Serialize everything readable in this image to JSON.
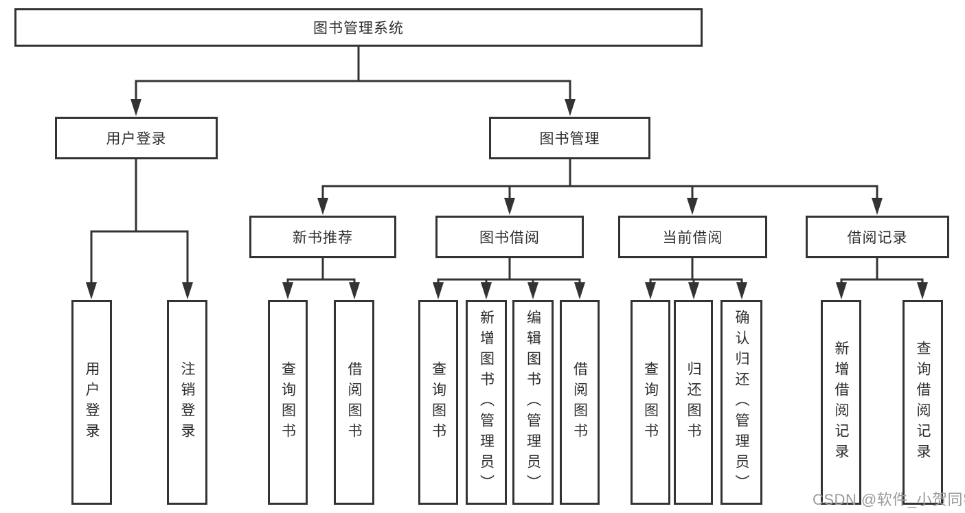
{
  "tree": {
    "root": {
      "label": "图书管理系统"
    },
    "children": [
      {
        "label": "用户登录",
        "children": [
          {
            "label": "用户登录"
          },
          {
            "label": "注销登录"
          }
        ]
      },
      {
        "label": "图书管理",
        "children": [
          {
            "label": "新书推荐",
            "children": [
              {
                "label": "查询图书"
              },
              {
                "label": "借阅图书"
              }
            ]
          },
          {
            "label": "图书借阅",
            "children": [
              {
                "label": "查询图书"
              },
              {
                "label": "新增图书（管理员）"
              },
              {
                "label": "编辑图书（管理员）"
              },
              {
                "label": "借阅图书"
              }
            ]
          },
          {
            "label": "当前借阅",
            "children": [
              {
                "label": "查询图书"
              },
              {
                "label": "归还图书"
              },
              {
                "label": "确认归还（管理员）"
              }
            ]
          },
          {
            "label": "借阅记录",
            "children": [
              {
                "label": "新增借阅记录"
              },
              {
                "label": "查询借阅记录"
              }
            ]
          }
        ]
      }
    ]
  },
  "watermark": "CSDN @软件_小贺同学",
  "colors": {
    "line": "#333333",
    "text": "#2d2d2d",
    "watermark": "#9b9b9b",
    "background": "#ffffff"
  }
}
